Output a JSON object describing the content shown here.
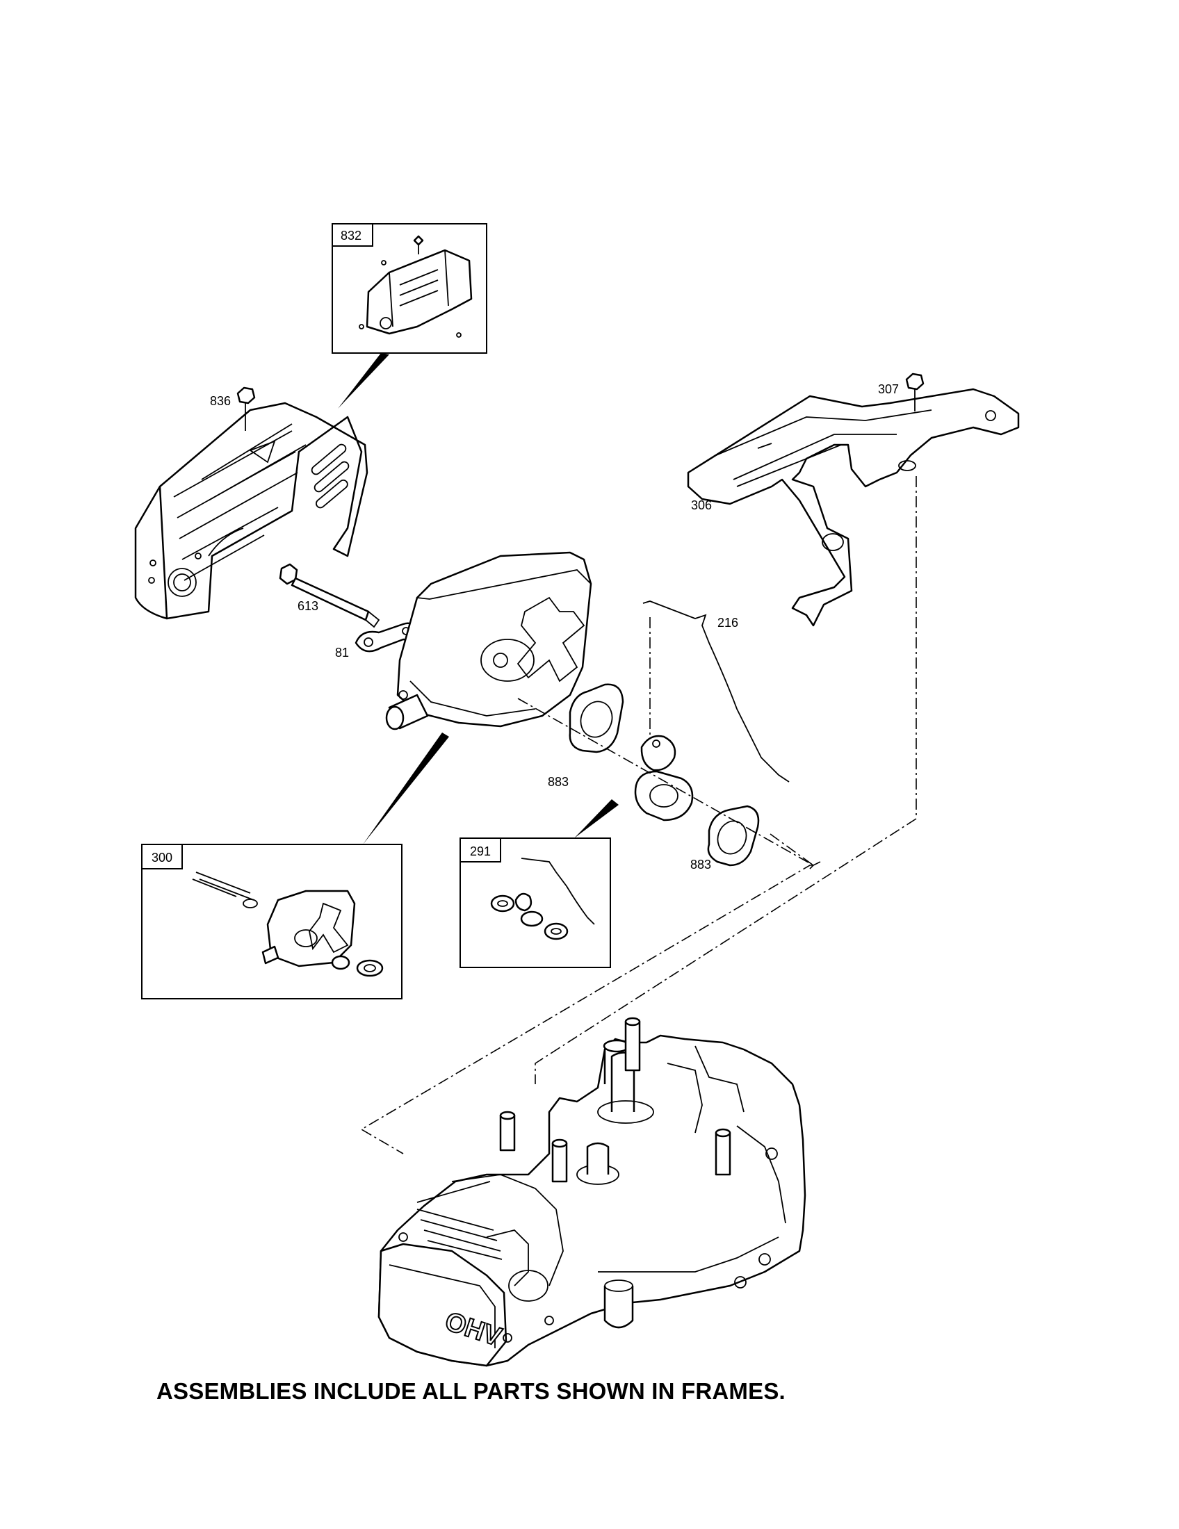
{
  "callouts": {
    "p832": "832",
    "p836": "836",
    "p307": "307",
    "p306": "306",
    "p613": "613",
    "p81": "81",
    "p216": "216",
    "p883a": "883",
    "p883b": "883",
    "p300": "300",
    "p291": "291"
  },
  "engine_label": "OHV",
  "footer_note": "ASSEMBLIES INCLUDE ALL PARTS SHOWN IN FRAMES."
}
